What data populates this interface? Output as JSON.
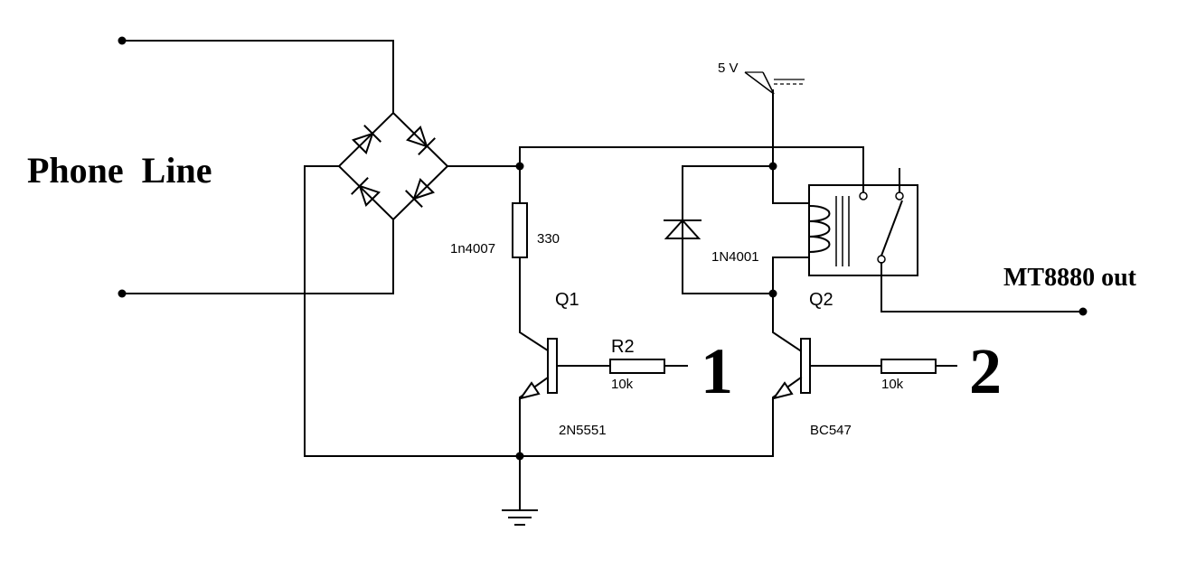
{
  "labels": {
    "phone_line": "Phone  Line",
    "mt8880_out": "MT8880 out",
    "input_1": "1",
    "input_2": "2",
    "supply": "5 V",
    "diode_bridge_part": "1n4007",
    "resistor_330": "330",
    "relay_diode": "1N4001",
    "q1": "Q1",
    "q2": "Q2",
    "r2": "R2",
    "r2_value": "10k",
    "r_q2_value": "10k",
    "q1_part": "2N5551",
    "q2_part": "BC547"
  }
}
